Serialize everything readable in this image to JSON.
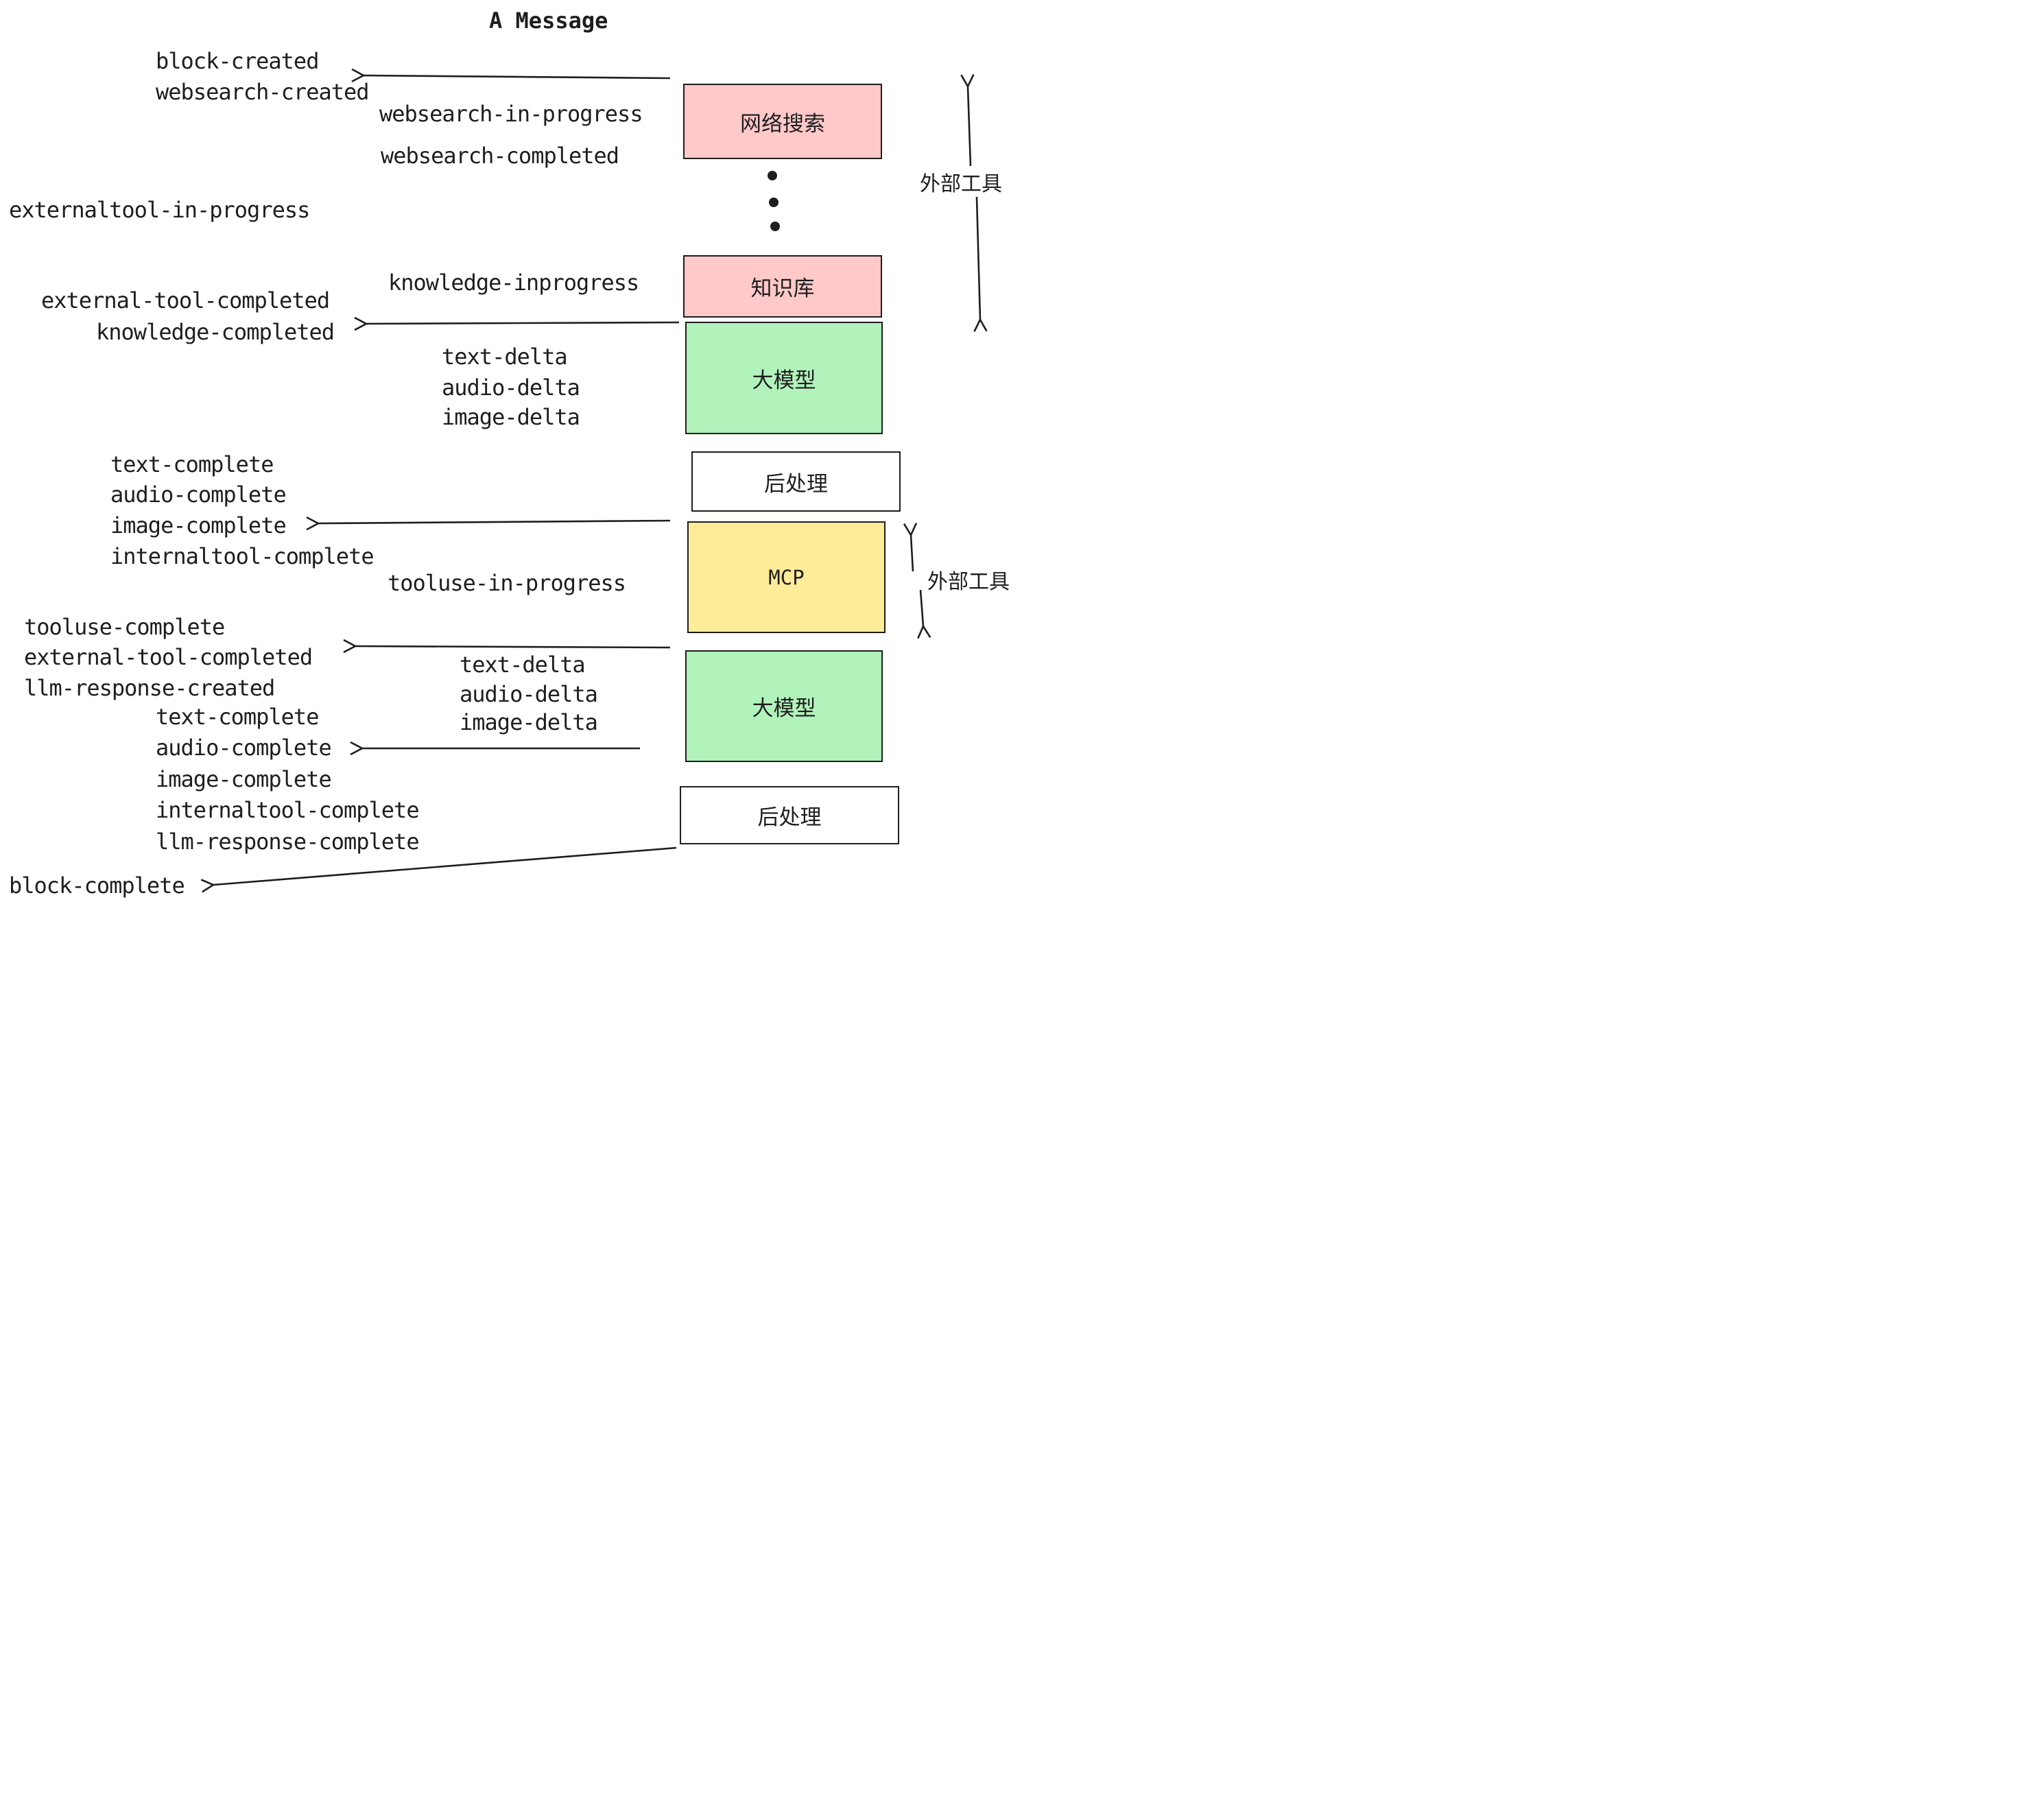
{
  "title": "A Message",
  "colors": {
    "pink": "#ffc9c9",
    "green": "#b2f2bb",
    "yellow": "#ffec99",
    "white": "#ffffff",
    "ink": "#1e1e1e"
  },
  "boxes": {
    "websearch": "网络搜索",
    "knowledge": "知识库",
    "llm1": "大模型",
    "post1": "后处理",
    "mcp": "MCP",
    "llm2": "大模型",
    "post2": "后处理"
  },
  "side": {
    "external_tools_top": "外部工具",
    "external_tools_mid": "外部工具"
  },
  "events": {
    "block_created": "block-created",
    "websearch_created": "websearch-created",
    "websearch_in_progress": "websearch-in-progress",
    "websearch_completed": "websearch-completed",
    "externaltool_in_progress": "externaltool-in-progress",
    "knowledge_inprogress": "knowledge-inprogress",
    "external_tool_completed_1": "external-tool-completed",
    "knowledge_completed": "knowledge-completed",
    "text_delta_1": "text-delta",
    "audio_delta_1": "audio-delta",
    "image_delta_1": "image-delta",
    "text_complete_1": "text-complete",
    "audio_complete_1": "audio-complete",
    "image_complete_1": "image-complete",
    "internaltool_complete_1": "internaltool-complete",
    "tooluse_in_progress": "tooluse-in-progress",
    "tooluse_complete": "tooluse-complete",
    "external_tool_completed_2": "external-tool-completed",
    "llm_response_created": "llm-response-created",
    "text_delta_2": "text-delta",
    "audio_delta_2": "audio-delta",
    "image_delta_2": "image-delta",
    "text_complete_2": "text-complete",
    "audio_complete_2": "audio-complete",
    "image_complete_2": "image-complete",
    "internaltool_complete_2": "internaltool-complete",
    "llm_response_complete": "llm-response-complete",
    "block_complete": "block-complete"
  }
}
